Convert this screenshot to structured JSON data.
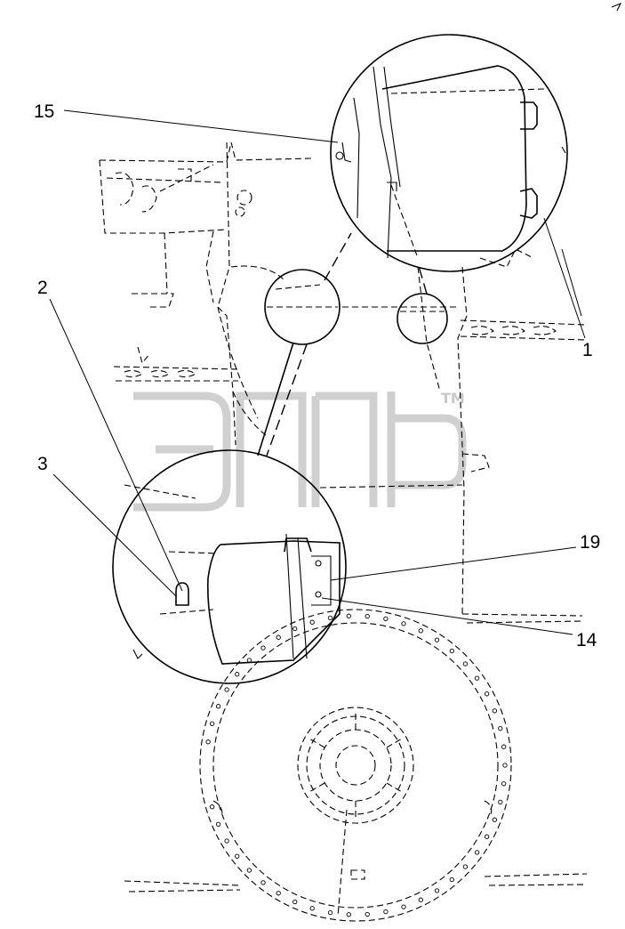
{
  "diagram": {
    "callouts": [
      {
        "id": "c15",
        "label": "15"
      },
      {
        "id": "c2",
        "label": "2"
      },
      {
        "id": "c3",
        "label": "3"
      },
      {
        "id": "c1",
        "label": "1"
      },
      {
        "id": "c19",
        "label": "19"
      },
      {
        "id": "c14",
        "label": "14"
      }
    ],
    "watermark": {
      "trademark": "TM"
    }
  },
  "colors": {
    "line": "#000000",
    "watermark": "#d0d0d0",
    "background": "#ffffff"
  }
}
